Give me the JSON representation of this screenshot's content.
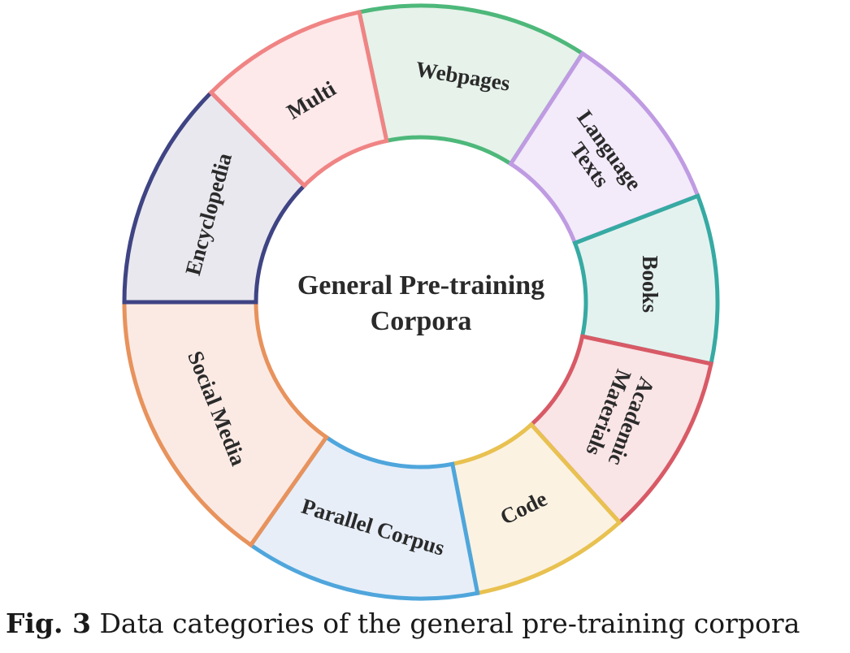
{
  "center": {
    "line1": "General Pre-training",
    "line2": "Corpora"
  },
  "segments": [
    {
      "name": "webpages",
      "lines": [
        "Webpages"
      ],
      "stroke": "#4db87a",
      "fill": "#e6f2ea"
    },
    {
      "name": "language-texts",
      "lines": [
        "Language",
        "Texts"
      ],
      "stroke": "#bf9be2",
      "fill": "#f3eafa"
    },
    {
      "name": "books",
      "lines": [
        "Books"
      ],
      "stroke": "#36aaa3",
      "fill": "#e4f2ef"
    },
    {
      "name": "academic-materials",
      "lines": [
        "Academic",
        "Materials"
      ],
      "stroke": "#d85a66",
      "fill": "#f9e4e6"
    },
    {
      "name": "code",
      "lines": [
        "Code"
      ],
      "stroke": "#e8c150",
      "fill": "#fbf2e2"
    },
    {
      "name": "parallel-corpus",
      "lines": [
        "Parallel Corpus"
      ],
      "stroke": "#4fa6dc",
      "fill": "#e7eef8"
    },
    {
      "name": "social-media",
      "lines": [
        "Social Media"
      ],
      "stroke": "#e8925c",
      "fill": "#fbeae4"
    },
    {
      "name": "encyclopedia",
      "lines": [
        "Encyclopedia"
      ],
      "stroke": "#3f4484",
      "fill": "#e9e8ee"
    },
    {
      "name": "multi",
      "lines": [
        "Multi"
      ],
      "stroke": "#f08484",
      "fill": "#fde8ea"
    }
  ],
  "caption": {
    "label": "Fig. 3",
    "text": " Data categories of the general pre-training corpora"
  }
}
